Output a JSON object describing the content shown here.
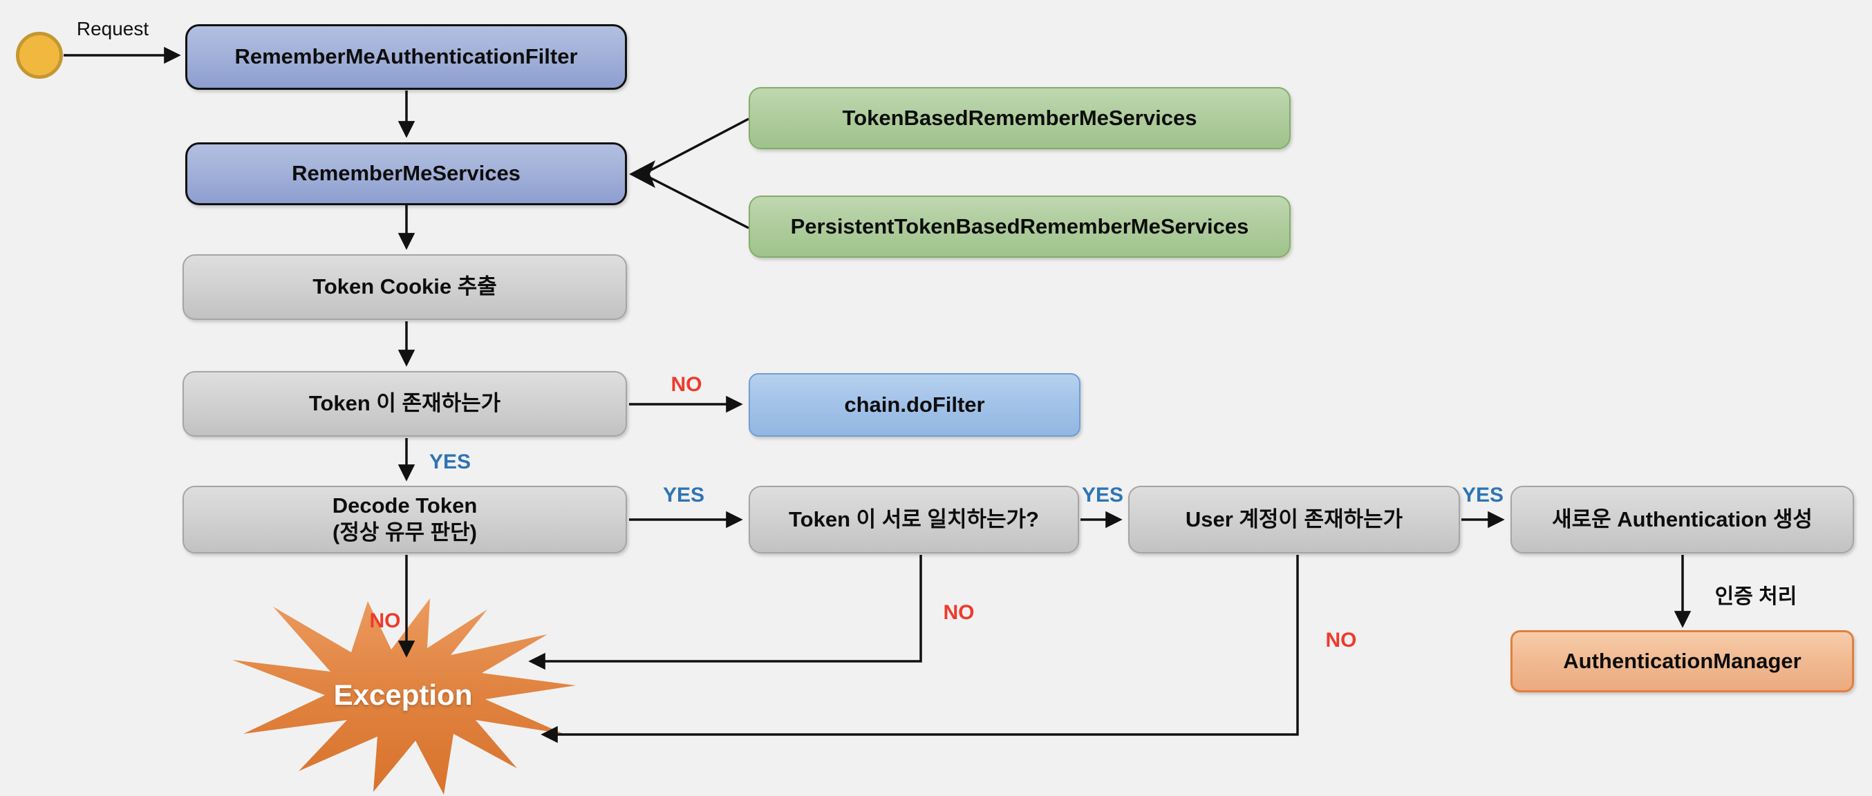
{
  "diagram": {
    "type": "flowchart",
    "subject": "remember-me-authentication-flow",
    "background_color": "#f1f1f1",
    "request_label": "Request",
    "nodes": {
      "filter": "RememberMeAuthenticationFilter",
      "services": "RememberMeServices",
      "token_based": "TokenBasedRememberMeServices",
      "persistent_token_based": "PersistentTokenBasedRememberMeServices",
      "extract_cookie": "Token Cookie 추출",
      "token_exists": "Token 이 존재하는가",
      "chain_do_filter": "chain.doFilter",
      "decode_token_line1": "Decode Token",
      "decode_token_line2": "(정상 유무 판단)",
      "token_match": "Token 이 서로 일치하는가?",
      "user_exists": "User 계정이 존재하는가",
      "create_authentication": "새로운 Authentication 생성",
      "authentication_manager": "AuthenticationManager",
      "exception": "Exception"
    },
    "edge_labels": {
      "token_exists_no": "NO",
      "token_exists_yes": "YES",
      "decode_yes": "YES",
      "decode_no": "NO",
      "token_match_yes": "YES",
      "token_match_no": "NO",
      "user_exists_yes": "YES",
      "user_exists_no": "NO",
      "auth_process": "인증 처리"
    },
    "colors": {
      "yes_label": "#2e74b5",
      "no_label": "#ee3a2d",
      "component_fill_top": "#b2bfe1",
      "component_fill_bottom": "#8d9ed0",
      "component_border": "#111111",
      "impl_fill_top": "#c0d8b1",
      "impl_fill_bottom": "#9fc38c",
      "impl_border": "#84ad68",
      "process_fill_top": "#dedede",
      "process_fill_bottom": "#c2c2c2",
      "process_border": "#a5a5a5",
      "action_fill_top": "#b7d1ef",
      "action_fill_bottom": "#92b7e2",
      "action_border": "#6f9ed6",
      "manager_fill_top": "#f7cdab",
      "manager_fill_bottom": "#ecaa80",
      "manager_border": "#e0803e",
      "start_fill": "#f0b83f",
      "start_border": "#c6972f",
      "exception_fill_top": "#eb9a5e",
      "exception_fill_bottom": "#d8732c",
      "arrow_stroke": "#111111"
    }
  }
}
